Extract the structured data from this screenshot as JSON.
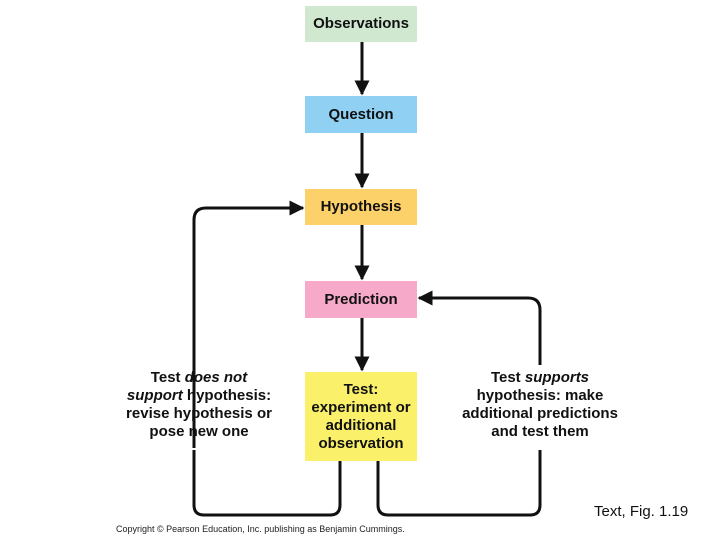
{
  "nodes": {
    "observations": "Observations",
    "question": "Question",
    "hypothesis": "Hypothesis",
    "prediction": "Prediction",
    "test_line1": "Test:",
    "test_line2": "experiment or",
    "test_line3": "additional",
    "test_line4": "observation"
  },
  "left_label": {
    "l1_a": "Test ",
    "l1_b": "does not",
    "l2_a": "support",
    "l2_b": " hypothesis:",
    "l3": "revise hypothesis or",
    "l4": "pose new one"
  },
  "right_label": {
    "l1_a": "Test ",
    "l1_b": "supports",
    "l2": "hypothesis: make",
    "l3": "additional predictions",
    "l4": "and test them"
  },
  "copyright": "Copyright © Pearson Education, Inc. publishing as Benjamin Cummings.",
  "caption": "Text, Fig. 1.19"
}
